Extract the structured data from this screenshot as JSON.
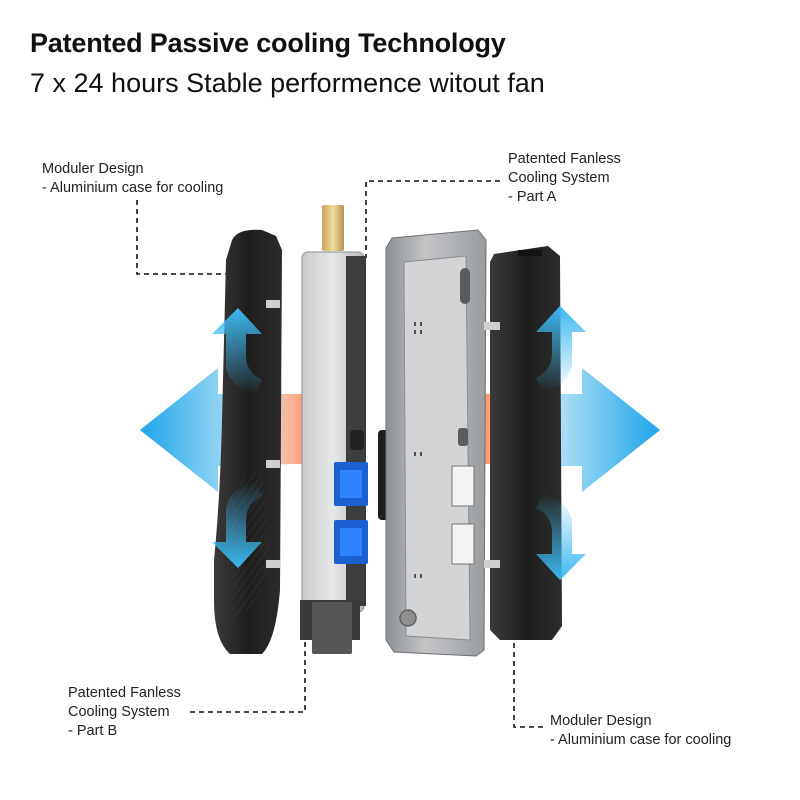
{
  "header": {
    "title": "Patented Passive cooling Technology",
    "subtitle": "7 x 24 hours Stable performence witout fan"
  },
  "callouts": {
    "top_left": {
      "line1": "Moduler Design",
      "line2": "- Aluminium case for cooling"
    },
    "top_right": {
      "line1": "Patented Fanless",
      "line2": "Cooling System",
      "line3": "- Part A"
    },
    "bottom_left": {
      "line1": "Patented Fanless",
      "line2": "Cooling System",
      "line3": "- Part B"
    },
    "bottom_right": {
      "line1": "Moduler Design",
      "line2": "- Aluminium case for cooling"
    }
  },
  "colors": {
    "arrow_blue": "#1aa3e6",
    "heat_orange": "#ff5a1a",
    "case_dark": "#2a2a2a",
    "metal": "#a8abae"
  }
}
